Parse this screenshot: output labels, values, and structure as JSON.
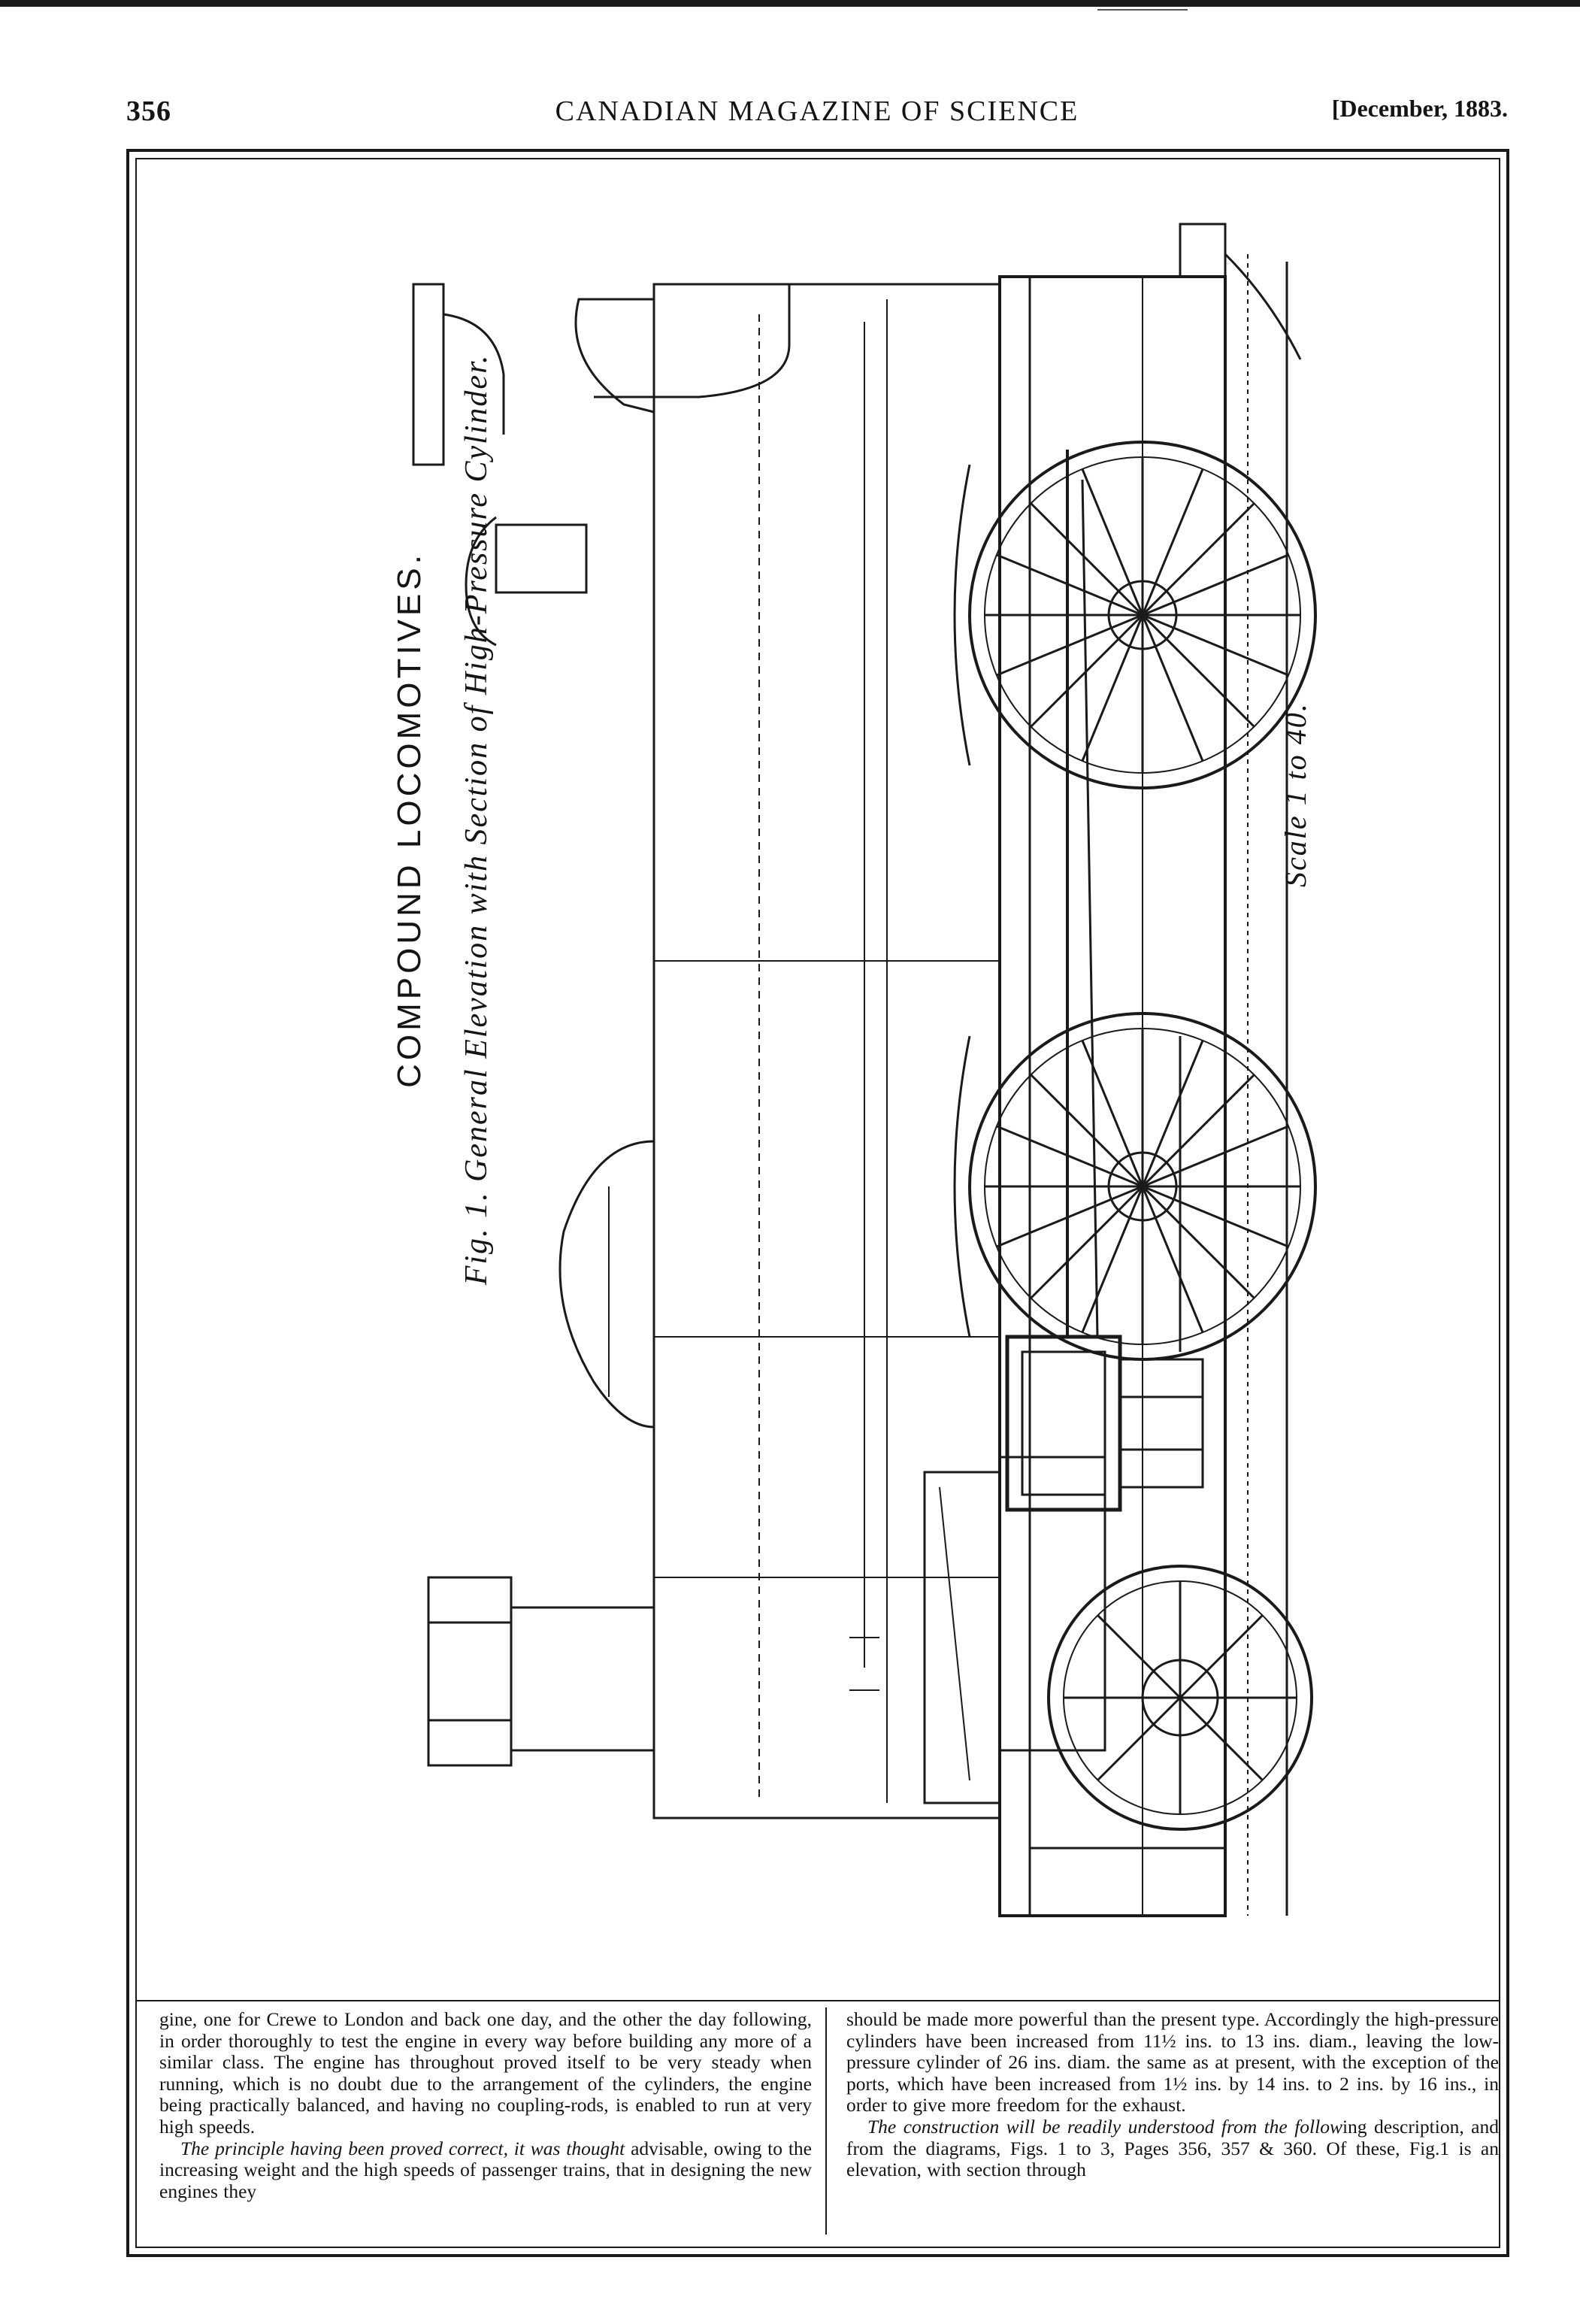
{
  "header": {
    "page_number": "356",
    "running_title": "CANADIAN MAGAZINE OF SCIENCE",
    "issue_date": "[December, 1883."
  },
  "figure": {
    "title": "COMPOUND LOCOMOTIVES.",
    "caption": "Fig. 1. General Elevation with Section of High-Pressure Cylinder.",
    "scale": "Scale 1 to 40."
  },
  "body": {
    "left": {
      "p1": "gine, one for Crewe to London and back one day, and the other the day following, in order thoroughly to test the engine in every way before building any more of a similar class. The engine has throughout proved itself to be very steady when running, which is no doubt due to the arrangement of the cylinders, the engine being practically balanced, and having no coupling-rods, is enabled to run at very high speeds.",
      "p2_italic": "The principle having been proved correct, it was thought",
      "p2_rest": " advisable, owing to the increasing weight and the high speeds of passenger trains, that in designing the new engines they"
    },
    "right": {
      "p1": "should be made more powerful than the present type. Accordingly the high-pressure cylinders have been increased from 11½ ins. to 13 ins. diam., leaving the low-pressure cylinder of 26 ins. diam. the same as at present, with the exception of the ports, which have been increased from 1½ ins. by 14 ins. to 2 ins. by 16 ins., in order to give more freedom for the exhaust.",
      "p2_italic": "The construction will be readily understood from the follow",
      "p2_rest": "ing description, and from the diagrams, Figs. 1 to 3, Pages 356, 357 & 360. Of these, Fig.1 is an elevation, with section through"
    }
  }
}
